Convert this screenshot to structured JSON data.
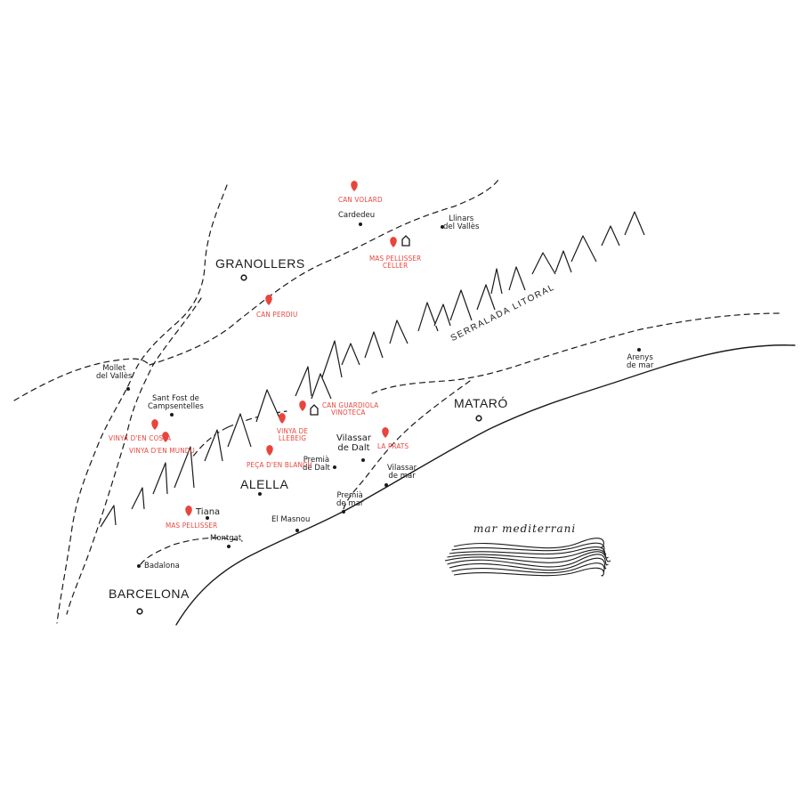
{
  "colors": {
    "ink": "#1a1a1a",
    "accent": "#e8453c",
    "background": "#ffffff"
  },
  "icons": {
    "winery_marker": "map-pin-icon",
    "shop_marker": "house-icon",
    "town_marker": "dot-icon"
  },
  "towns": {
    "cardedeu": "Cardedeu",
    "llinars": [
      "Llinars",
      "del Vallès"
    ],
    "mollet": [
      "Mollet",
      "del Vallès"
    ],
    "sant_fost": [
      "Sant Fost de",
      "Campsentelles"
    ],
    "vilassar_dalt": [
      "Vilassar",
      "de Dalt"
    ],
    "premia_dalt": [
      "Premià",
      "de Dalt"
    ],
    "vilassar_mar": [
      "Vilassar",
      "de mar"
    ],
    "premia_mar": [
      "Premià",
      "de mar"
    ],
    "el_masnou": "El Masnou",
    "tiana": "Tiana",
    "montgat": "Montgat",
    "badalona": "Badalona",
    "arenys": [
      "Arenys",
      "de mar"
    ]
  },
  "cities": {
    "granollers": "GRANOLLERS",
    "mataro": "MATARÓ",
    "alella": "ALELLA",
    "barcelona": "BARCELONA"
  },
  "wineries": {
    "can_volard": "CAN VOLARD",
    "mas_pellisser_celler": [
      "MAS PELLISSER",
      "CELLER"
    ],
    "can_perdiu": "CAN PERDIU",
    "can_guardiola": [
      "CAN GUARDIOLA",
      "VINOTECA"
    ],
    "vinya_llebeig": [
      "VINYA DE",
      "LLEBEIG"
    ],
    "la_prats": "LA PRATS",
    "vinya_costa": "VINYA D'EN COSTA",
    "vinya_mundu": "VINYA D'EN MUNDU",
    "peca_blanch": "PEÇA D'EN BLANCH",
    "mas_pellisser": "MAS PELLISSER"
  },
  "regions": {
    "serralada": "SERRALADA LITORAL"
  },
  "sea": {
    "label": "mar mediterrani"
  }
}
